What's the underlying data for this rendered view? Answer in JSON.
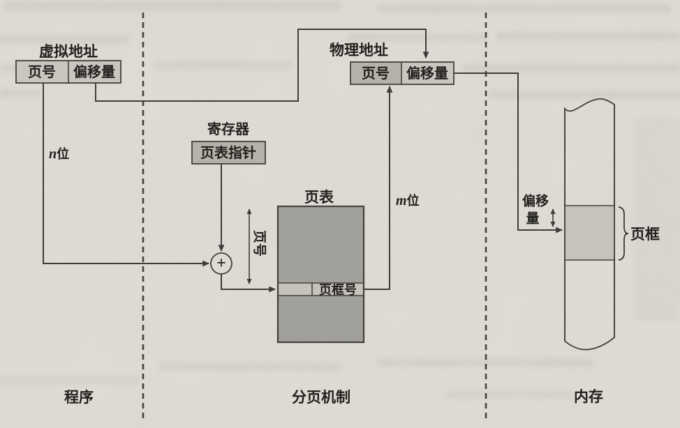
{
  "colors": {
    "paper": "#e1ded7",
    "cell_light": "#cac7c0",
    "cell_dark": "#b5b2aa",
    "panel_dark": "#a2a09a",
    "band_light": "#c7c4bd",
    "adder_fill": "#e8e5df",
    "line": "#3a3a38"
  },
  "virtual_address": {
    "title": "虚拟地址",
    "page_number": "页号",
    "offset": "偏移量"
  },
  "physical_address": {
    "title": "物理地址",
    "page_number": "页号",
    "offset": "偏移量"
  },
  "register": {
    "title": "寄存器",
    "pointer": "页表指针"
  },
  "page_table": {
    "title": "页表",
    "frame_number": "页框号",
    "index_label": "页号"
  },
  "memory_column": {
    "offset_line1": "偏移",
    "offset_line2": "量",
    "page_frame": "页框"
  },
  "bit_labels": {
    "n": "n",
    "m": "m",
    "unit": "位"
  },
  "adder": {
    "symbol": "+"
  },
  "sections": {
    "program": "程序",
    "paging": "分页机制",
    "memory": "内存"
  }
}
